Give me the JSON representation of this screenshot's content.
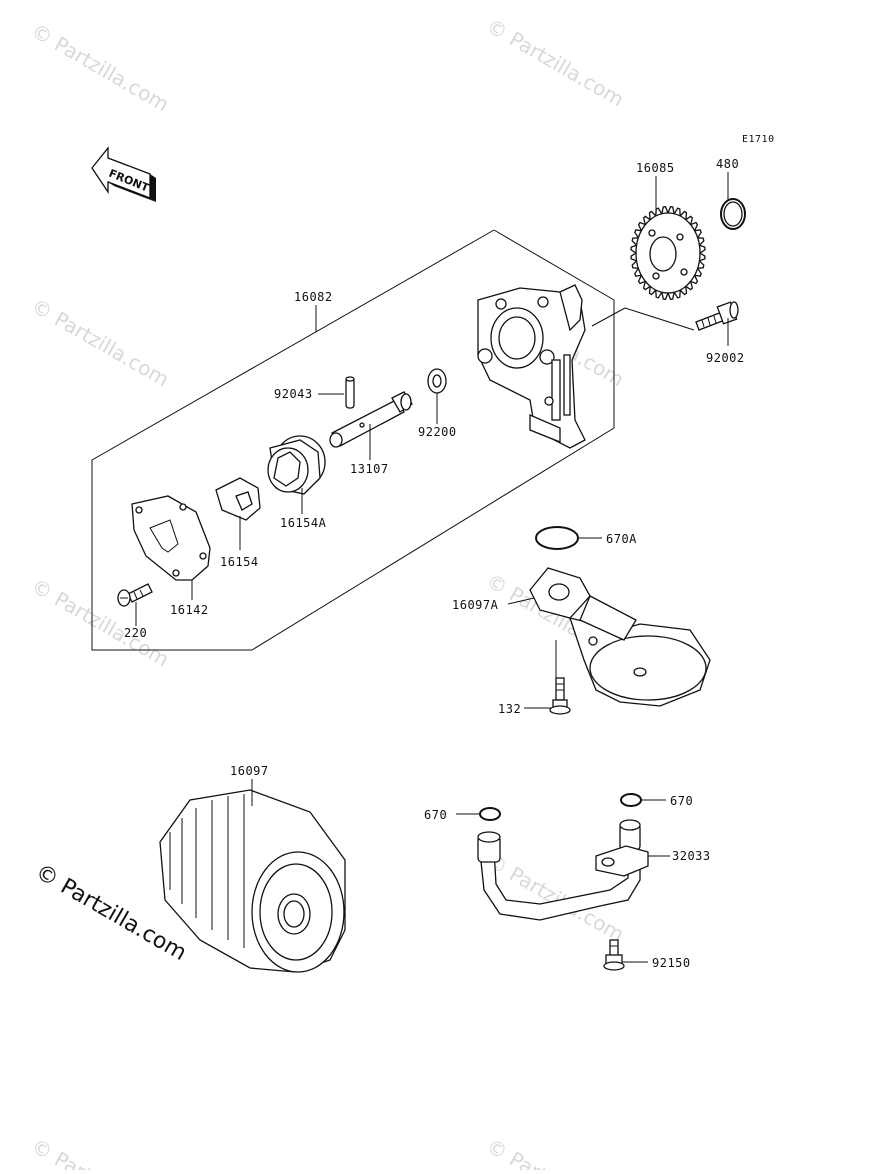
{
  "diagram_code": "E1710",
  "direction_label": "FRONT",
  "watermark": "© Partzilla.com",
  "watermark_main": "© Partzilla.com",
  "parts": [
    {
      "id": "p16085",
      "number": "16085"
    },
    {
      "id": "p480",
      "number": "480"
    },
    {
      "id": "p16082",
      "number": "16082"
    },
    {
      "id": "p92002",
      "number": "92002"
    },
    {
      "id": "p92043",
      "number": "92043"
    },
    {
      "id": "p92200",
      "number": "92200"
    },
    {
      "id": "p13107",
      "number": "13107"
    },
    {
      "id": "p16154A",
      "number": "16154A"
    },
    {
      "id": "p16154",
      "number": "16154"
    },
    {
      "id": "p16142",
      "number": "16142"
    },
    {
      "id": "p220",
      "number": "220"
    },
    {
      "id": "p670A",
      "number": "670A"
    },
    {
      "id": "p16097A",
      "number": "16097A"
    },
    {
      "id": "p132",
      "number": "132"
    },
    {
      "id": "p16097",
      "number": "16097"
    },
    {
      "id": "p670L",
      "number": "670"
    },
    {
      "id": "p670R",
      "number": "670"
    },
    {
      "id": "p32033",
      "number": "32033"
    },
    {
      "id": "p92150",
      "number": "92150"
    }
  ]
}
